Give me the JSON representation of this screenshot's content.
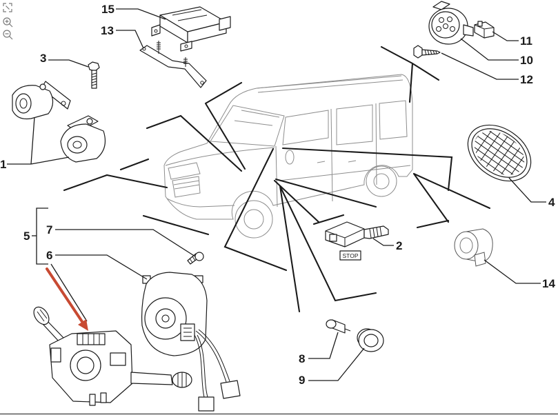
{
  "toolbar": {
    "icons": [
      "fit-to-screen-icon",
      "zoom-in-icon",
      "zoom-out-icon"
    ]
  },
  "diagram": {
    "callouts": [
      "1",
      "2",
      "3",
      "4",
      "5",
      "6",
      "7",
      "8",
      "9",
      "10",
      "11",
      "12",
      "13",
      "14",
      "15"
    ],
    "stop_label": "STOP"
  },
  "colors": {
    "pointer_arrow": "#c84a32",
    "ink": "#1a1a1a",
    "vehicle_outline": "#8c8c8c",
    "background": "#ffffff"
  }
}
